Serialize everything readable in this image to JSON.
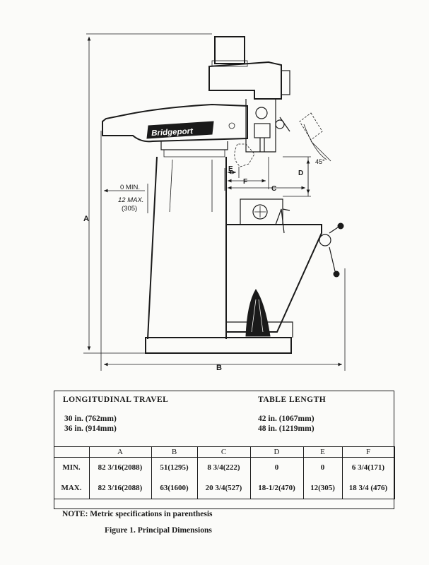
{
  "drawing": {
    "brand_logo": "Bridgeport",
    "labels": {
      "a": "A",
      "b": "B",
      "c": "C",
      "d": "D",
      "e": "E",
      "f": "F",
      "angle": "45°",
      "min": "0 MIN.",
      "max": "12 MAX.",
      "max_metric": "(305)"
    }
  },
  "spec": {
    "travel_header": "LONGITUDINAL TRAVEL",
    "length_header": "TABLE LENGTH",
    "travel_values": [
      "30 in.  (762mm)",
      "36 in.  (914mm)"
    ],
    "length_values": [
      "42 in.  (1067mm)",
      "48 in.  (1219mm)"
    ],
    "columns": [
      "",
      "A",
      "B",
      "C",
      "D",
      "E",
      "F"
    ],
    "rows": [
      {
        "label": "MIN.",
        "values": [
          "82 3/16(2088)",
          "51(1295)",
          "8 3/4(222)",
          "0",
          "0",
          "6 3/4(171)"
        ]
      },
      {
        "label": "MAX.",
        "values": [
          "82 3/16(2088)",
          "63(1600)",
          "20 3/4(527)",
          "18-1/2(470)",
          "12(305)",
          "18 3/4 (476)"
        ]
      }
    ]
  },
  "note": "NOTE:  Metric specifications in parenthesis",
  "caption": "Figure 1.   Principal Dimensions"
}
